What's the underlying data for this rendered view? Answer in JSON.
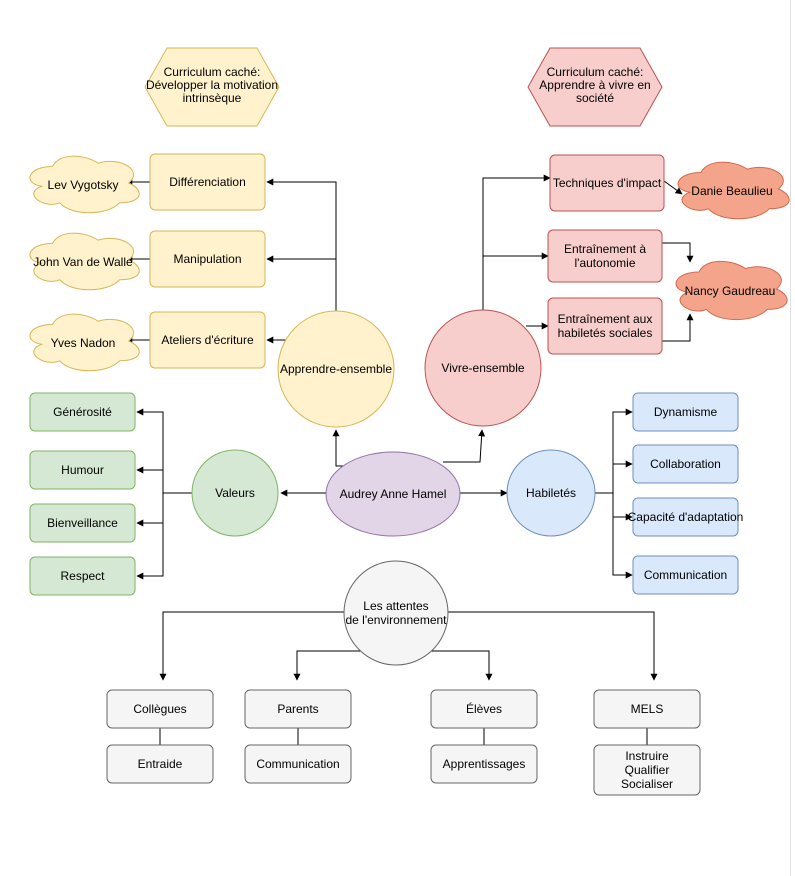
{
  "colors": {
    "yellow_fill": "#fff2cc",
    "yellow_stroke": "#d6b656",
    "red_fill": "#f8cecc",
    "red_stroke": "#b85450",
    "orange_fill": "#f4a48a",
    "orange_stroke": "#d06a50",
    "green_fill": "#d5e8d4",
    "green_stroke": "#82b366",
    "blue_fill": "#dae8fc",
    "blue_stroke": "#6c8ebf",
    "purple_fill": "#e1d5e7",
    "purple_stroke": "#9673a6",
    "gray_fill": "#f5f5f5",
    "gray_stroke": "#666666"
  },
  "center": {
    "label": "Audrey Anne Hamel"
  },
  "hexagons": {
    "left": {
      "lines": [
        "Curriculum caché:",
        "Développer la motivation",
        "intrinsèque"
      ]
    },
    "right": {
      "lines": [
        "Curriculum caché:",
        "Apprendre à vivre en",
        "société"
      ]
    }
  },
  "apprendre": {
    "label": "Apprendre-ensemble",
    "items": [
      {
        "label": "Différenciation",
        "author": "Lev Vygotsky"
      },
      {
        "label": "Manipulation",
        "author": "John Van de Walle"
      },
      {
        "label": "Ateliers d'écriture",
        "author": "Yves Nadon"
      }
    ]
  },
  "vivre": {
    "label": "Vivre-ensemble",
    "items": [
      {
        "lines": [
          "Techniques d'impact"
        ]
      },
      {
        "lines": [
          "Entraînement à",
          "l'autonomie"
        ]
      },
      {
        "lines": [
          "Entraînement aux",
          "habiletés sociales"
        ]
      }
    ],
    "authors": [
      "Danie Beaulieu",
      "Nancy Gaudreau"
    ]
  },
  "valeurs": {
    "label": "Valeurs",
    "items": [
      "Générosité",
      "Humour",
      "Bienveillance",
      "Respect"
    ]
  },
  "habiletes": {
    "label": "Habiletés",
    "items": [
      "Dynamisme",
      "Collaboration",
      "Capacité d'adaptation",
      "Communication"
    ]
  },
  "attentes": {
    "lines": [
      "Les attentes",
      "de l'environnement"
    ],
    "groups": [
      {
        "label": "Collègues",
        "detail": [
          "Entraide"
        ]
      },
      {
        "label": "Parents",
        "detail": [
          "Communication"
        ]
      },
      {
        "label": "Élèves",
        "detail": [
          "Apprentissages"
        ]
      },
      {
        "label": "MELS",
        "detail": [
          "Instruire",
          "Qualifier",
          "Socialiser"
        ]
      }
    ]
  }
}
